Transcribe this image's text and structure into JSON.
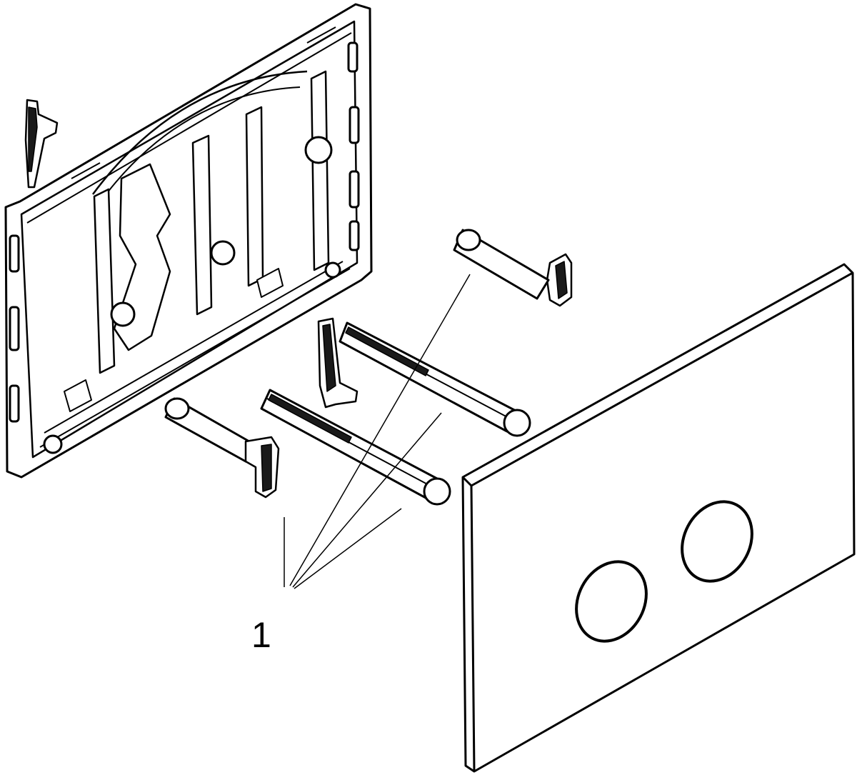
{
  "diagram": {
    "callout_number": "1",
    "colors": {
      "line": "#000000",
      "background": "#ffffff",
      "part_fill": "#ffffff",
      "shadow_fill": "#1a1a1a"
    },
    "parts": [
      "mounting-frame",
      "cover-plate",
      "flush-button-large",
      "flush-button-small",
      "threaded-rod",
      "plain-rod",
      "clip"
    ]
  }
}
